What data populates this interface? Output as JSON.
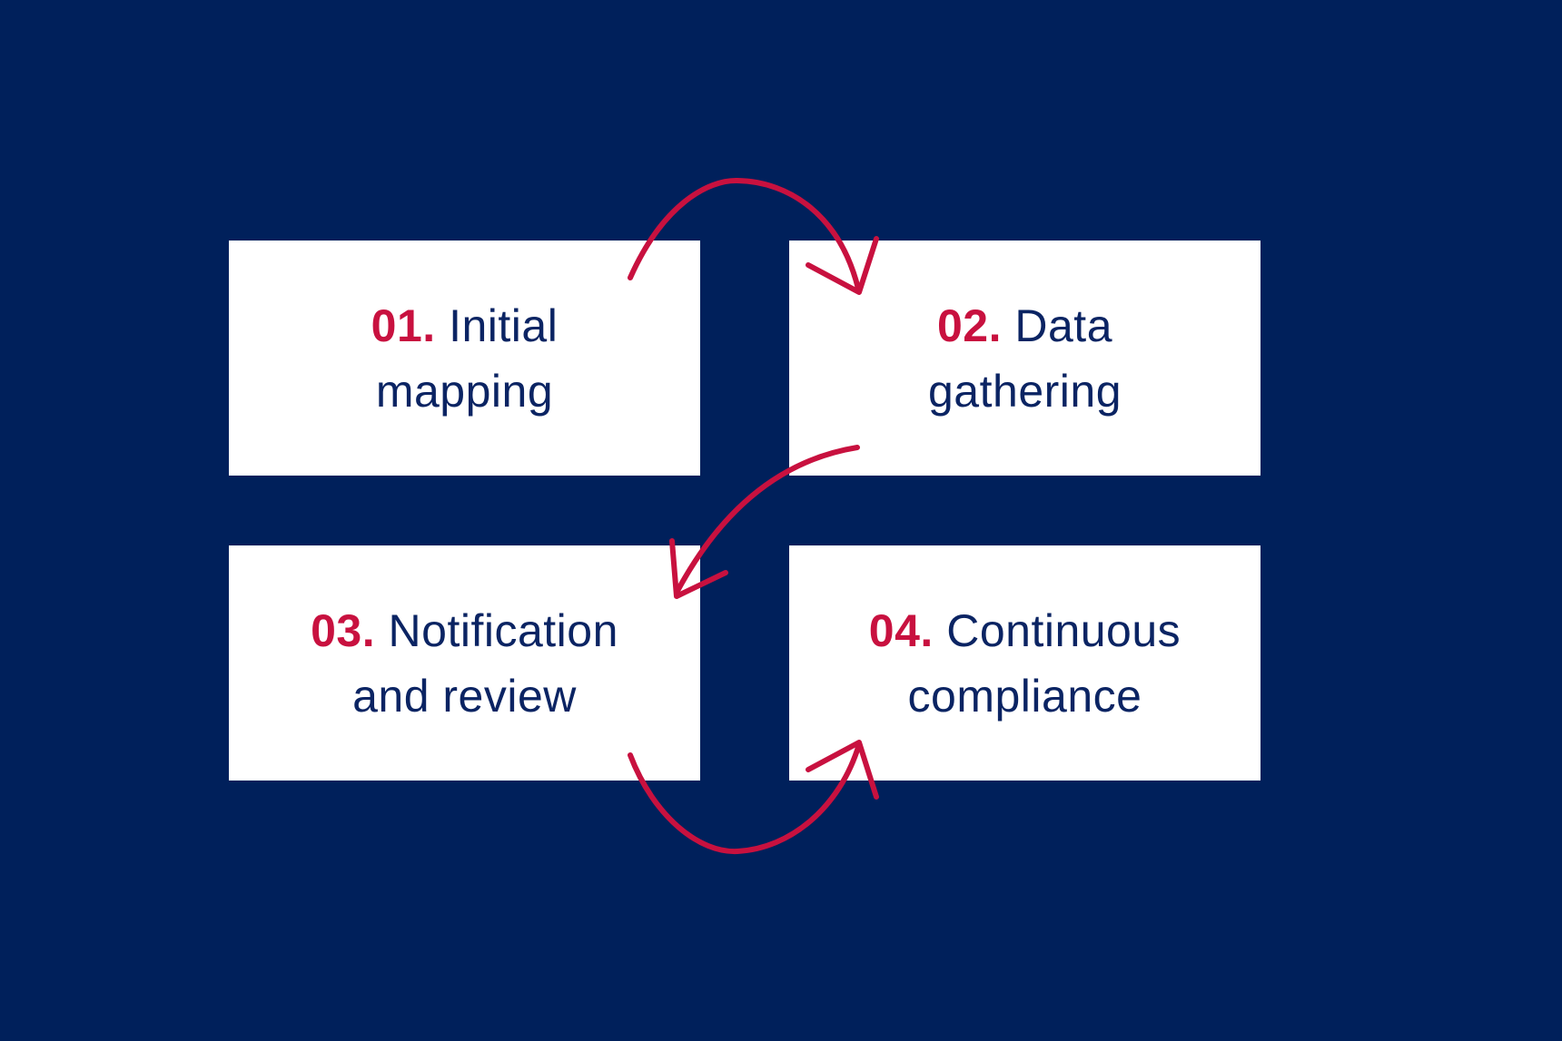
{
  "colors": {
    "background": "#00205b",
    "box": "#ffffff",
    "accent": "#c8113f",
    "text": "#0b2463"
  },
  "steps": [
    {
      "number": "01.",
      "line1": "Initial",
      "line2": "mapping"
    },
    {
      "number": "02.",
      "line1": "Data",
      "line2": "gathering"
    },
    {
      "number": "03.",
      "line1": "Notification",
      "line2": "and review"
    },
    {
      "number": "04.",
      "line1": "Continuous",
      "line2": "compliance"
    }
  ],
  "connectors": [
    {
      "from": "01.",
      "to": "02.",
      "icon": "curved-arrow-icon"
    },
    {
      "from": "02.",
      "to": "03.",
      "icon": "curved-arrow-icon"
    },
    {
      "from": "03.",
      "to": "04.",
      "icon": "curved-arrow-icon"
    }
  ]
}
